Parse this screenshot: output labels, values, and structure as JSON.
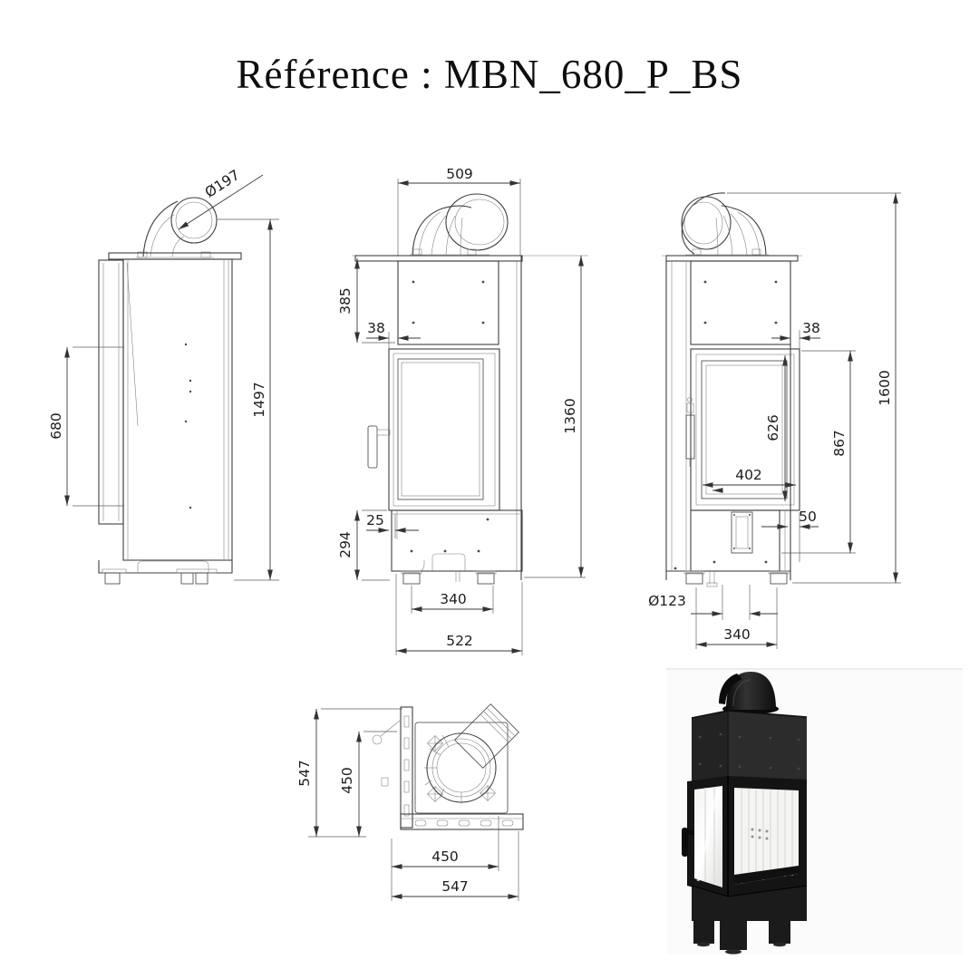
{
  "title": "Référence : MBN_680_P_BS",
  "drawing": {
    "side_view": {
      "dims": {
        "flue_diameter": "Ø197",
        "height_to_flue_axis": "1497",
        "glass_height": "680"
      }
    },
    "front_view": {
      "dims": {
        "top_depth": "509",
        "hood_height": "385",
        "frame_offset": "38",
        "body_height": "1360",
        "base_offset": "25",
        "base_height": "294",
        "feet_spacing": "340",
        "base_depth": "522"
      }
    },
    "rear_view": {
      "dims": {
        "frame_offset": "38",
        "total_height": "1600",
        "glass_height": "626",
        "front_height": "867",
        "glass_width": "402",
        "side_offset": "50",
        "intake_diameter": "Ø123",
        "feet_spacing": "340"
      }
    },
    "top_view": {
      "dims": {
        "outer_depth": "547",
        "inner_depth": "450",
        "inner_width": "450",
        "outer_width": "547"
      }
    }
  }
}
